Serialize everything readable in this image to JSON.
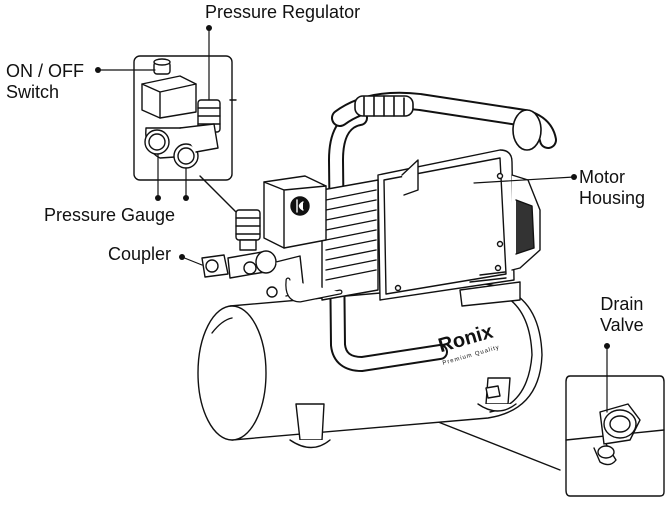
{
  "labels": {
    "pressure_regulator": "Pressure Regulator",
    "on_off_switch_line1": "ON / OFF",
    "on_off_switch_line2": "Switch",
    "pressure_gauge": "Pressure Gauge",
    "coupler": "Coupler",
    "motor_housing_line1": "Motor",
    "motor_housing_line2": "Housing",
    "drain_valve_line1": "Drain",
    "drain_valve_line2": "Valve"
  },
  "brand": {
    "name": "Ronix",
    "tagline": "Premium Quality"
  },
  "colors": {
    "line": "#111111",
    "fill": "#ffffff",
    "shade": "#2a2a2a"
  }
}
